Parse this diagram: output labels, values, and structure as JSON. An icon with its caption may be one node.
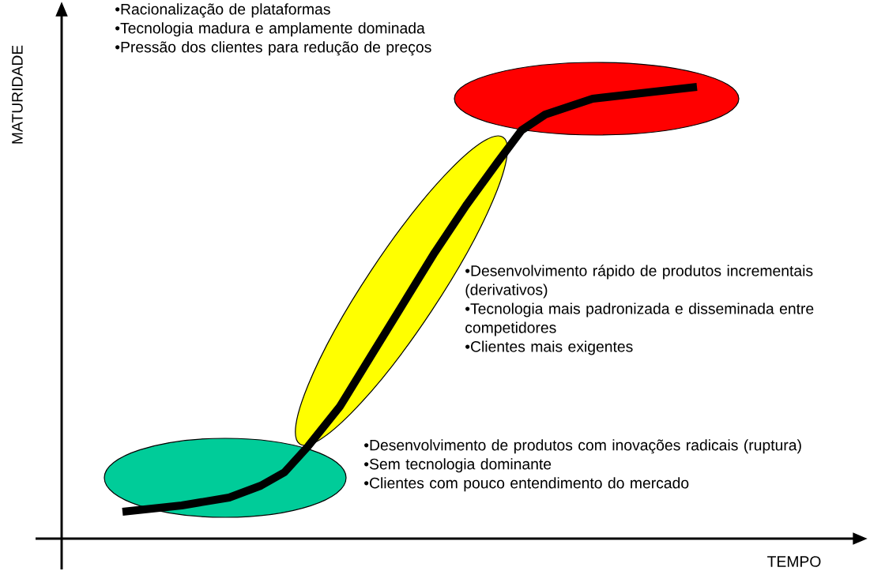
{
  "diagram": {
    "nodes": [
      {
        "text": [],
        "shape": "ellipse",
        "beside": [
          "•Racionalização de plataformas",
          "•Tecnologia madura e amplamente dominada",
          "•Pressão dos clientes para redução de preços"
        ]
      },
      {
        "text": [],
        "shape": "ellipse",
        "beside": [
          "•Desenvolvimento rápido de produtos incrementais (derivativos)",
          "•Tecnologia mais padronizada e disseminada entre competidores",
          "•Clientes mais exigentes"
        ]
      },
      {
        "text": [],
        "shape": "ellipse",
        "beside": [
          "•Desenvolvimento de produtos com inovações radicais (ruptura)",
          "•Sem tecnologia dominante",
          "•Clientes com pouco entendimento do mercado"
        ]
      }
    ],
    "edges": [],
    "labels": [
      "MATURIDADE",
      "TEMPO"
    ]
  }
}
